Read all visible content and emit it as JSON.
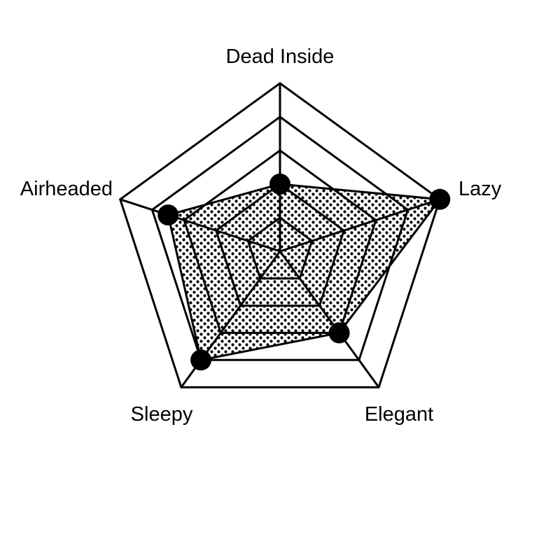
{
  "chart_data": {
    "type": "radar",
    "title": "",
    "axes": [
      "Dead Inside",
      "Lazy",
      "Elegant",
      "Sleepy",
      "Airheaded"
    ],
    "scale": {
      "min": 0,
      "max": 5,
      "rings": 5
    },
    "series": [
      {
        "values": [
          2,
          5,
          3,
          4,
          3.5
        ]
      }
    ],
    "grid": true,
    "fill_pattern": "dots",
    "colors": {
      "line": "#000000",
      "fill_dots": "#000000",
      "background": "#ffffff"
    }
  }
}
